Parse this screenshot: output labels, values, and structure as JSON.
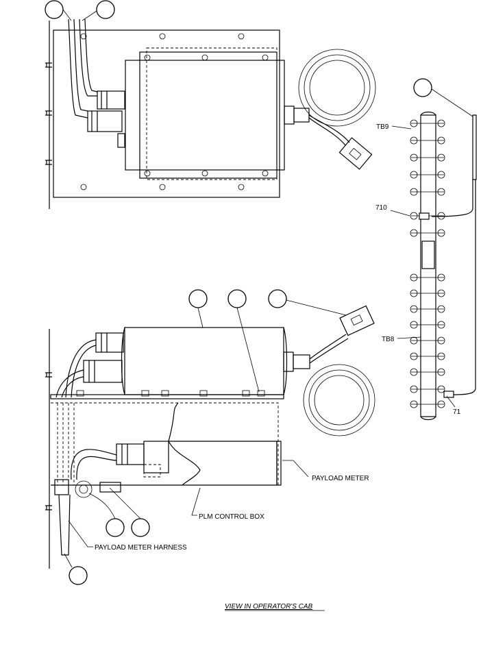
{
  "labels": {
    "tb9": "TB9",
    "tb8": "TB8",
    "wire_710": "710",
    "wire_71": "71",
    "payload_meter": "PAYLOAD METER",
    "plm_control_box": "PLM CONTROL BOX",
    "payload_meter_harness": "PAYLOAD METER HARNESS",
    "view_caption": "VIEW IN OPERATOR'S CAB"
  }
}
